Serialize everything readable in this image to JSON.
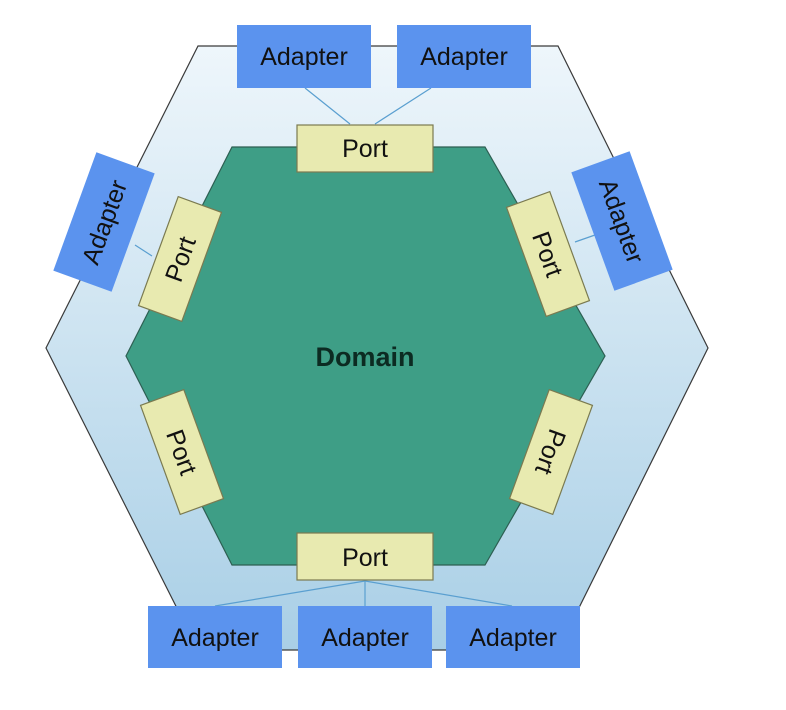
{
  "diagram": {
    "domain_label": "Domain",
    "ports": [
      {
        "id": "top",
        "label": "Port"
      },
      {
        "id": "upper-left",
        "label": "Port"
      },
      {
        "id": "upper-right",
        "label": "Port"
      },
      {
        "id": "lower-left",
        "label": "Port"
      },
      {
        "id": "lower-right",
        "label": "Port"
      },
      {
        "id": "bottom",
        "label": "Port"
      }
    ],
    "adapters": [
      {
        "id": "top-left",
        "label": "Adapter"
      },
      {
        "id": "top-right",
        "label": "Adapter"
      },
      {
        "id": "left",
        "label": "Adapter"
      },
      {
        "id": "right",
        "label": "Adapter"
      },
      {
        "id": "bottom-left",
        "label": "Adapter"
      },
      {
        "id": "bottom-center",
        "label": "Adapter"
      },
      {
        "id": "bottom-right",
        "label": "Adapter"
      }
    ],
    "colors": {
      "outer_fill_top": "#eef6fb",
      "outer_fill_bottom": "#a9cfe6",
      "domain_fill": "#3e9e86",
      "port_fill": "#e8eab0",
      "adapter_fill": "#5b93ee",
      "connector": "#5a9fd0"
    }
  }
}
